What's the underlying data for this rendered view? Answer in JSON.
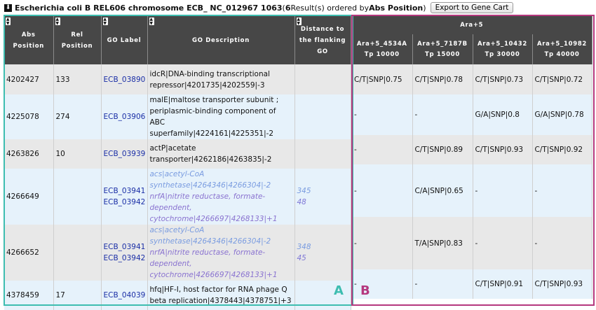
{
  "header": {
    "icon": "down-arrow-icon",
    "organism": "Escherichia coli B REL606 chromosome ECB_ NC_012967 1063",
    "open_paren": " ( ",
    "count": "6",
    "results_text": " Result(s) ordered by ",
    "order_by": "Abs Position",
    "close_paren": " )",
    "export_button": "Export to Gene Cart"
  },
  "tableA": {
    "columns": [
      "Abs Position",
      "Rel Position",
      "GO Label",
      "GO Description",
      "Distance to the flanking GO"
    ],
    "rows": [
      {
        "abs": "4202427",
        "rel": "133",
        "go1": "ECB_03890",
        "go2": "",
        "desc1": "idcR|DNA-binding transcriptional",
        "desc2": "repressor|4201735|4202559|-3",
        "desc3": "",
        "dist1": "",
        "dist2": ""
      },
      {
        "abs": "4225078",
        "rel": "274",
        "go1": "ECB_03906",
        "go2": "",
        "desc1": "malE|maltose transporter subunit ;",
        "desc2": "periplasmic-binding component of ABC",
        "desc3": "superfamily|4224161|4225351|-2",
        "dist1": "",
        "dist2": ""
      },
      {
        "abs": "4263826",
        "rel": "10",
        "go1": "ECB_03939",
        "go2": "",
        "desc1": "actP|acetate",
        "desc2": "transporter|4262186|4263835|-2",
        "desc3": "",
        "dist1": "",
        "dist2": ""
      },
      {
        "abs": "4266649",
        "rel": "",
        "go1": "ECB_03941",
        "go2": "ECB_03942",
        "desc1": "acs|acetyl-CoA",
        "desc2": "synthetase|4264346|4266304|-2",
        "desc3": "nrfA|nitrite reductase, formate-dependent, cytochrome|4266697|4268133|+1",
        "dist1": "345",
        "dist2": "48"
      },
      {
        "abs": "4266652",
        "rel": "",
        "go1": "ECB_03941",
        "go2": "ECB_03942",
        "desc1": "acs|acetyl-CoA",
        "desc2": "synthetase|4264346|4266304|-2",
        "desc3": "nrfA|nitrite reductase, formate-dependent, cytochrome|4266697|4268133|+1",
        "dist1": "348",
        "dist2": "45"
      },
      {
        "abs": "4378459",
        "rel": "17",
        "go1": "ECB_04039",
        "go2": "",
        "desc1": "hfq|HF-I, host factor for RNA phage Q",
        "desc2": "beta replication|4378443|4378751|+3",
        "desc3": "",
        "dist1": "",
        "dist2": ""
      }
    ]
  },
  "tableB": {
    "group": "Ara+5",
    "columns": [
      {
        "line1": "Ara+5_4534A",
        "line2": "Tp 10000"
      },
      {
        "line1": "Ara+5_7187B",
        "line2": "Tp 15000"
      },
      {
        "line1": "Ara+5_10432",
        "line2": "Tp 30000"
      },
      {
        "line1": "Ara+5_10982",
        "line2": "Tp 40000"
      }
    ],
    "rows": [
      [
        "C/T|SNP|0.75",
        "C/T|SNP|0.78",
        "C/T|SNP|0.73",
        "C/T|SNP|0.72"
      ],
      [
        "-",
        "-",
        "G/A|SNP|0.8",
        "G/A|SNP|0.78"
      ],
      [
        "-",
        "C/T|SNP|0.89",
        "C/T|SNP|0.93",
        "C/T|SNP|0.92"
      ],
      [
        "-",
        "C/A|SNP|0.65",
        "-",
        "-"
      ],
      [
        "-",
        "T/A|SNP|0.83",
        "-",
        "-"
      ],
      [
        "-",
        "-",
        "C/T|SNP|0.91",
        "C/T|SNP|0.93"
      ]
    ]
  },
  "labels": {
    "a": "A",
    "b": "B"
  },
  "colors": {
    "frame_a": "#3dbdb0",
    "frame_b": "#b5387e",
    "header_bg": "#474747",
    "link": "#1a2ea6"
  }
}
